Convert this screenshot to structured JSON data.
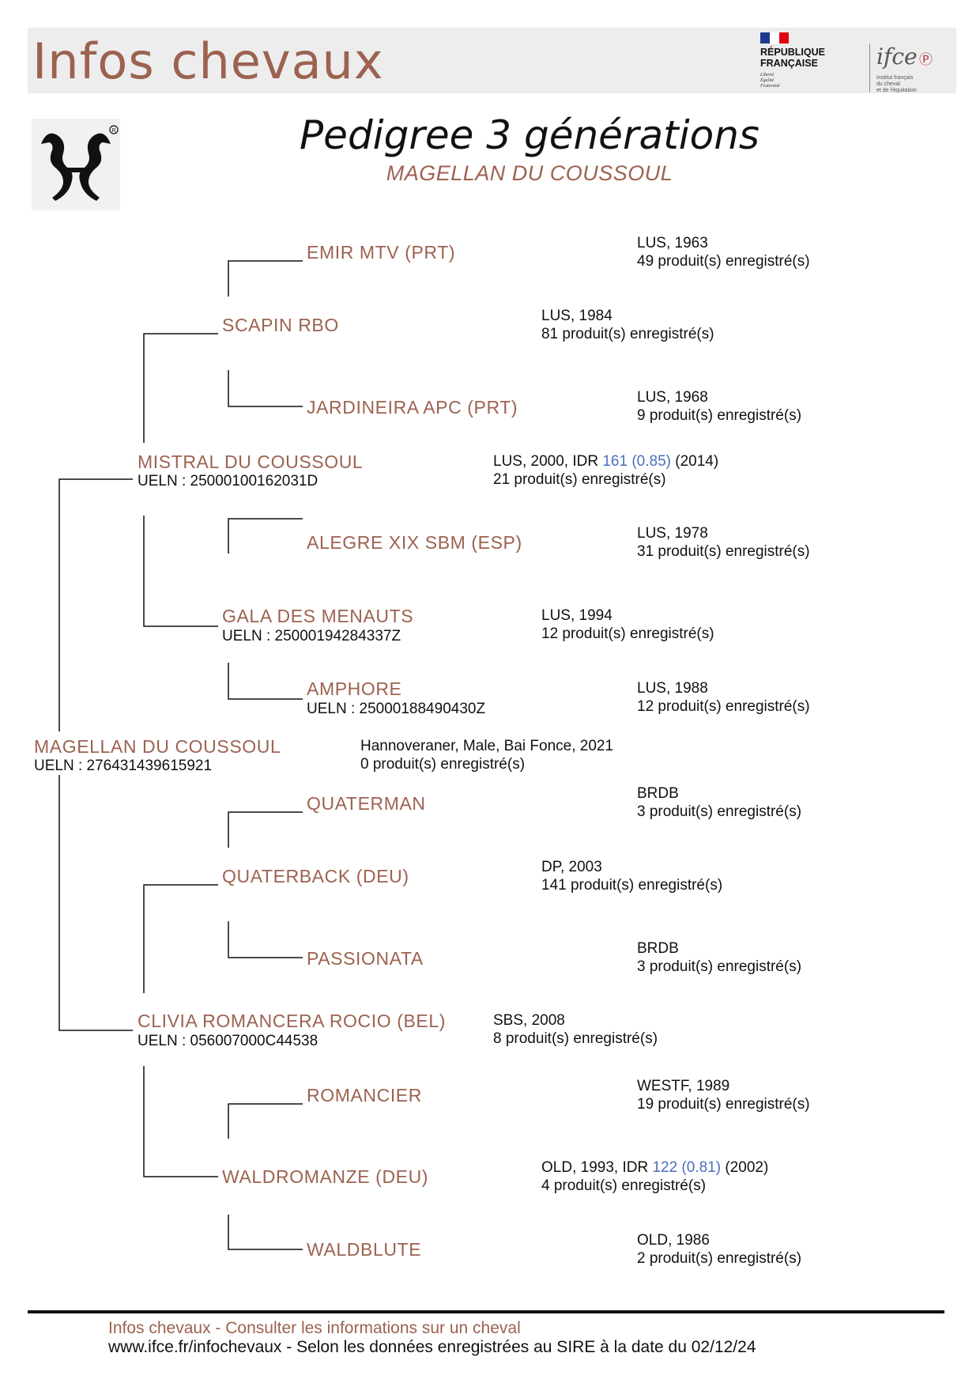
{
  "header": {
    "title": "Infos chevaux",
    "republique_text": [
      "RÉPUBLIQUE",
      "FRANÇAISE"
    ],
    "republique_motto": [
      "Liberté",
      "Égalité",
      "Fraternité"
    ],
    "ifce_word": "ifce",
    "ifce_subtitle": [
      "institut français",
      "du cheval",
      "et de l'équitation"
    ]
  },
  "title": "Pedigree 3 générations",
  "subject": "MAGELLAN DU COUSSOUL",
  "pedigree": {
    "horse": {
      "name": "MAGELLAN DU COUSSOUL",
      "ueln": "UELN : 276431439615921",
      "info1": "Hannoveraner, Male, Bai Fonce, 2021",
      "info2": "0 produit(s) enregistré(s)"
    },
    "sire": {
      "name": "MISTRAL DU COUSSOUL",
      "ueln": "UELN : 25000100162031D",
      "info1_prefix": "LUS, 2000, IDR ",
      "idr": "161 (0.85)",
      "info1_suffix": " (2014)",
      "info2": "21 produit(s) enregistré(s)"
    },
    "sire_sire": {
      "name": "SCAPIN RBO",
      "info1": "LUS, 1984",
      "info2": "81 produit(s) enregistré(s)"
    },
    "sire_sire_sire": {
      "name": "EMIR MTV (PRT)",
      "info1": "LUS, 1963",
      "info2": "49 produit(s) enregistré(s)"
    },
    "sire_sire_dam": {
      "name": "JARDINEIRA APC (PRT)",
      "info1": "LUS, 1968",
      "info2": "9 produit(s) enregistré(s)"
    },
    "sire_dam": {
      "name": "GALA DES MENAUTS",
      "ueln": "UELN : 25000194284337Z",
      "info1": "LUS, 1994",
      "info2": "12 produit(s) enregistré(s)"
    },
    "sire_dam_sire": {
      "name": "ALEGRE XIX SBM (ESP)",
      "info1": "LUS, 1978",
      "info2": "31 produit(s) enregistré(s)"
    },
    "sire_dam_dam": {
      "name": "AMPHORE",
      "ueln": "UELN : 25000188490430Z",
      "info1": "LUS, 1988",
      "info2": "12 produit(s) enregistré(s)"
    },
    "dam": {
      "name": "CLIVIA ROMANCERA ROCIO (BEL)",
      "ueln": "UELN : 056007000C44538",
      "info1": "SBS, 2008",
      "info2": "8 produit(s) enregistré(s)"
    },
    "dam_sire": {
      "name": "QUATERBACK (DEU)",
      "info1": "DP, 2003",
      "info2": "141 produit(s) enregistré(s)"
    },
    "dam_sire_sire": {
      "name": "QUATERMAN",
      "info1": "BRDB",
      "info2": "3 produit(s) enregistré(s)"
    },
    "dam_sire_dam": {
      "name": "PASSIONATA",
      "info1": "BRDB",
      "info2": "3 produit(s) enregistré(s)"
    },
    "dam_dam": {
      "name": "WALDROMANZE (DEU)",
      "info1_prefix": "OLD, 1993, IDR ",
      "idr": "122 (0.81)",
      "info1_suffix": " (2002)",
      "info2": "4 produit(s) enregistré(s)"
    },
    "dam_dam_sire": {
      "name": "ROMANCIER",
      "info1": "WESTF, 1989",
      "info2": "19 produit(s) enregistré(s)"
    },
    "dam_dam_dam": {
      "name": "WALDBLUTE",
      "info1": "OLD, 1986",
      "info2": "2 produit(s) enregistré(s)"
    }
  },
  "footer": {
    "line1": "Infos chevaux - Consulter les informations sur un cheval",
    "line2": "www.ifce.fr/infochevaux - Selon les données enregistrées au SIRE à la date du 02/12/24"
  }
}
